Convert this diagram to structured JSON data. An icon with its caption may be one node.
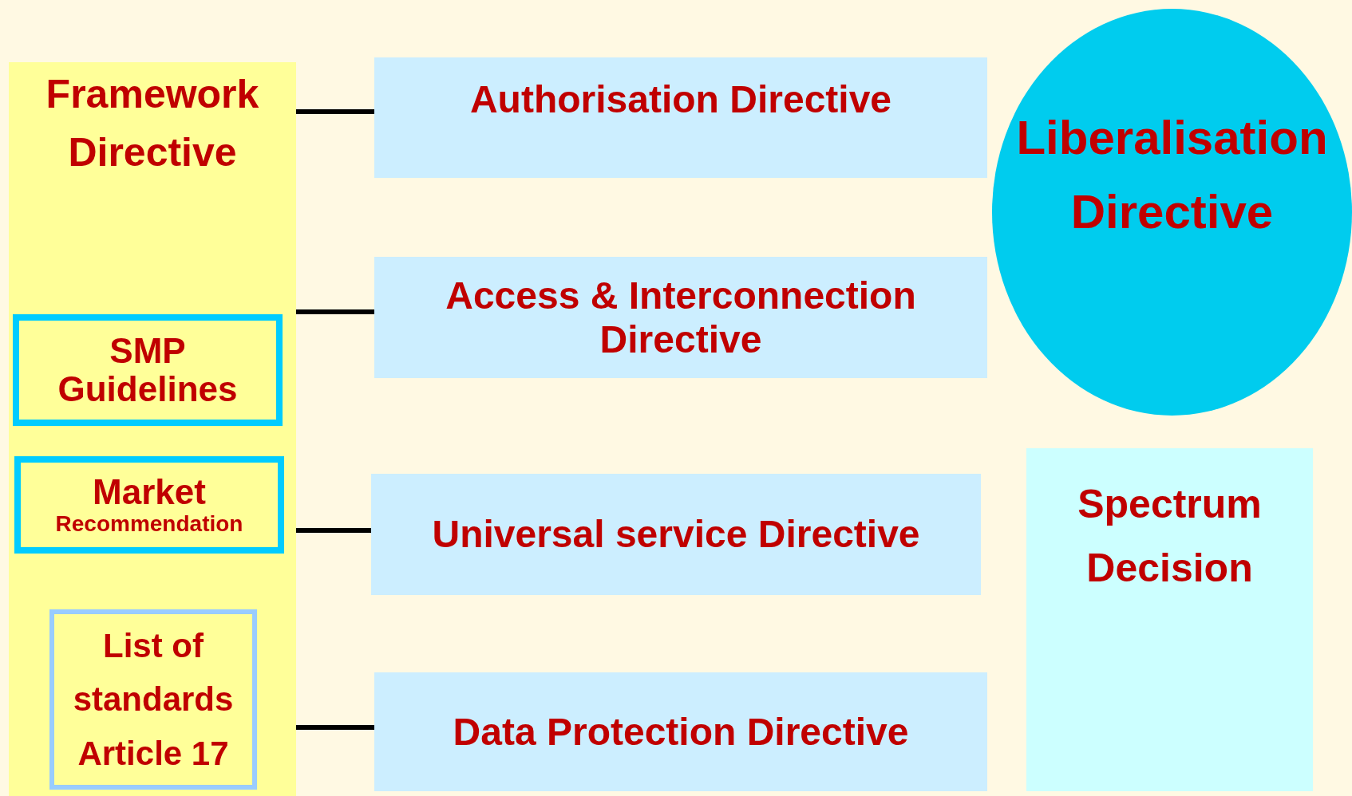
{
  "diagram": {
    "nodes": [
      {
        "text": [
          "Framework Directive"
        ]
      },
      {
        "text": [
          "SMP Guidelines"
        ],
        "in": 0
      },
      {
        "text": [
          "Market",
          "Recommendation"
        ],
        "in": 0
      },
      {
        "text": [
          "List of standards Article 17"
        ],
        "in": 0
      },
      {
        "text": [
          "Authorisation Directive"
        ]
      },
      {
        "text": [
          "Access & Interconnection Directive"
        ]
      },
      {
        "text": [
          "Universal service Directive"
        ]
      },
      {
        "text": [
          "Data Protection Directive"
        ]
      },
      {
        "text": [
          "Liberalisation Directive"
        ]
      },
      {
        "text": [
          "Spectrum Decision"
        ]
      }
    ],
    "edges": [
      {
        "from": 0,
        "to": 4,
        "arrow": "none"
      },
      {
        "from": 0,
        "to": 5,
        "arrow": "none"
      },
      {
        "from": 0,
        "to": 6,
        "arrow": "none"
      },
      {
        "from": 0,
        "to": 7,
        "arrow": "none"
      }
    ]
  }
}
